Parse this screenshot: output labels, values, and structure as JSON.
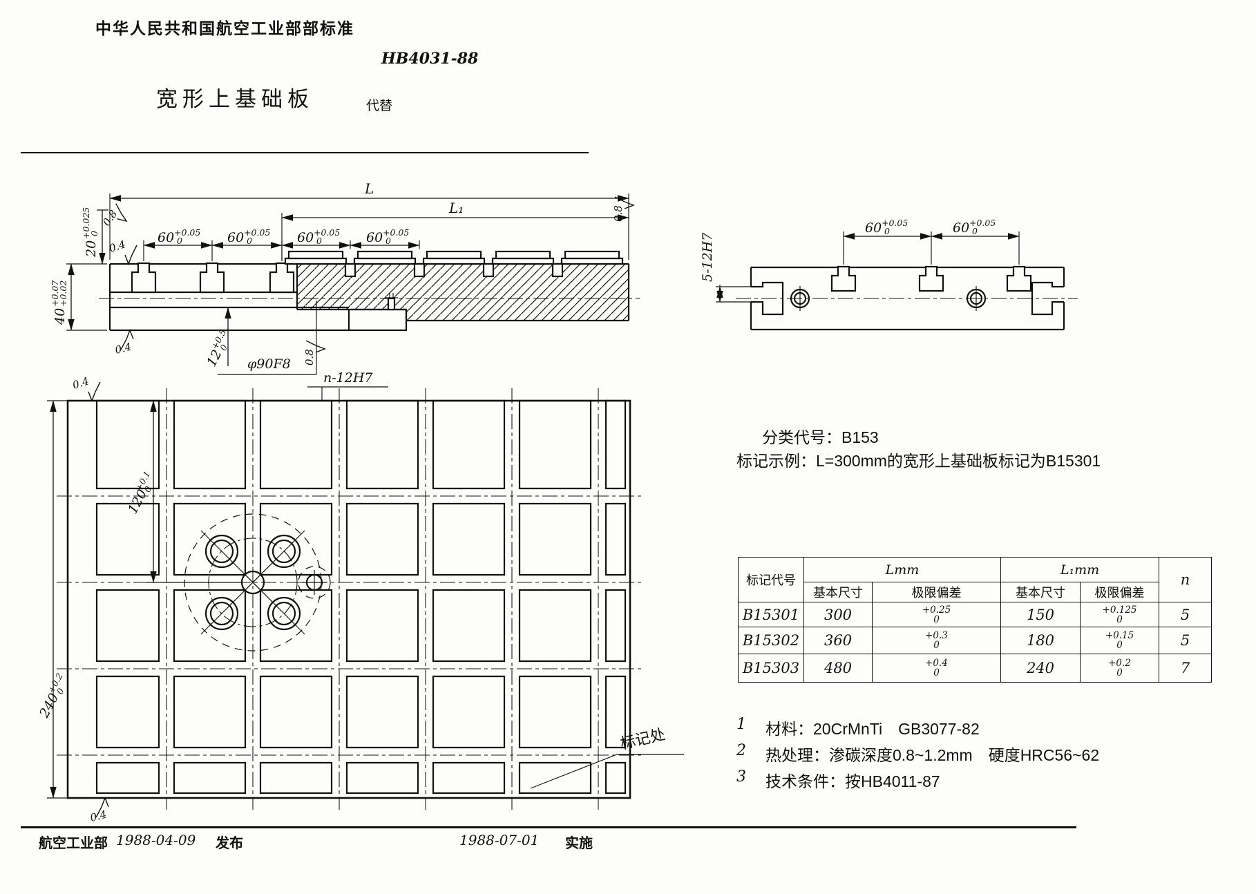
{
  "header": {
    "org_line": "中华人民共和国航空工业部部标准",
    "std_no": "HB4031-88",
    "title": "宽形上基础板",
    "replace_label": "代替"
  },
  "dims": {
    "L": "L",
    "L1": "L₁",
    "d60": {
      "v": "60",
      "up": "+0.05",
      "dn": "0"
    },
    "d20": {
      "v": "20",
      "up": "+0.025",
      "dn": "0"
    },
    "d40": {
      "v": "40",
      "up": "+0.07",
      "dn": "+0.02"
    },
    "d12": {
      "v": "12",
      "up": "+0.5",
      "dn": "0"
    },
    "d240": {
      "v": "240",
      "up": "+0.2",
      "dn": "0"
    },
    "d120": {
      "v": "120",
      "up": "+0.1",
      "dn": "0"
    },
    "bore": "φ90F8",
    "holes": "n-12H7",
    "side_slots": "5-12H7",
    "f08": "0.8",
    "f04": "0.4"
  },
  "classification": {
    "line1": "分类代号：B153",
    "line2": "标记示例：L=300mm的宽形上基础板标记为B15301"
  },
  "table": {
    "col_code": "标记代号",
    "grp_L": "Lmm",
    "grp_L1": "L₁mm",
    "col_basic": "基本尺寸",
    "col_dev": "极限偏差",
    "col_n": "n",
    "rows": [
      {
        "code": "B15301",
        "L": "300",
        "Lu": "+0.25",
        "Ld": "0",
        "L1": "150",
        "L1u": "+0.125",
        "L1d": "0",
        "n": "5"
      },
      {
        "code": "B15302",
        "L": "360",
        "Lu": "+0.3",
        "Ld": "0",
        "L1": "180",
        "L1u": "+0.15",
        "L1d": "0",
        "n": "5"
      },
      {
        "code": "B15303",
        "L": "480",
        "Lu": "+0.4",
        "Ld": "0",
        "L1": "240",
        "L1u": "+0.2",
        "L1d": "0",
        "n": "7"
      }
    ]
  },
  "mark_label": "标记处",
  "notes": [
    {
      "no": "1",
      "text": "材料：20CrMnTi　GB3077-82"
    },
    {
      "no": "2",
      "text": "热处理：渗碳深度0.8~1.2mm　硬度HRC56~62"
    },
    {
      "no": "3",
      "text": "技术条件：按HB4011-87"
    }
  ],
  "footer": {
    "org": "航空工业部",
    "issue_date": "1988-04-09",
    "issue_label": "发布",
    "impl_date": "1988-07-01",
    "impl_label": "实施"
  }
}
